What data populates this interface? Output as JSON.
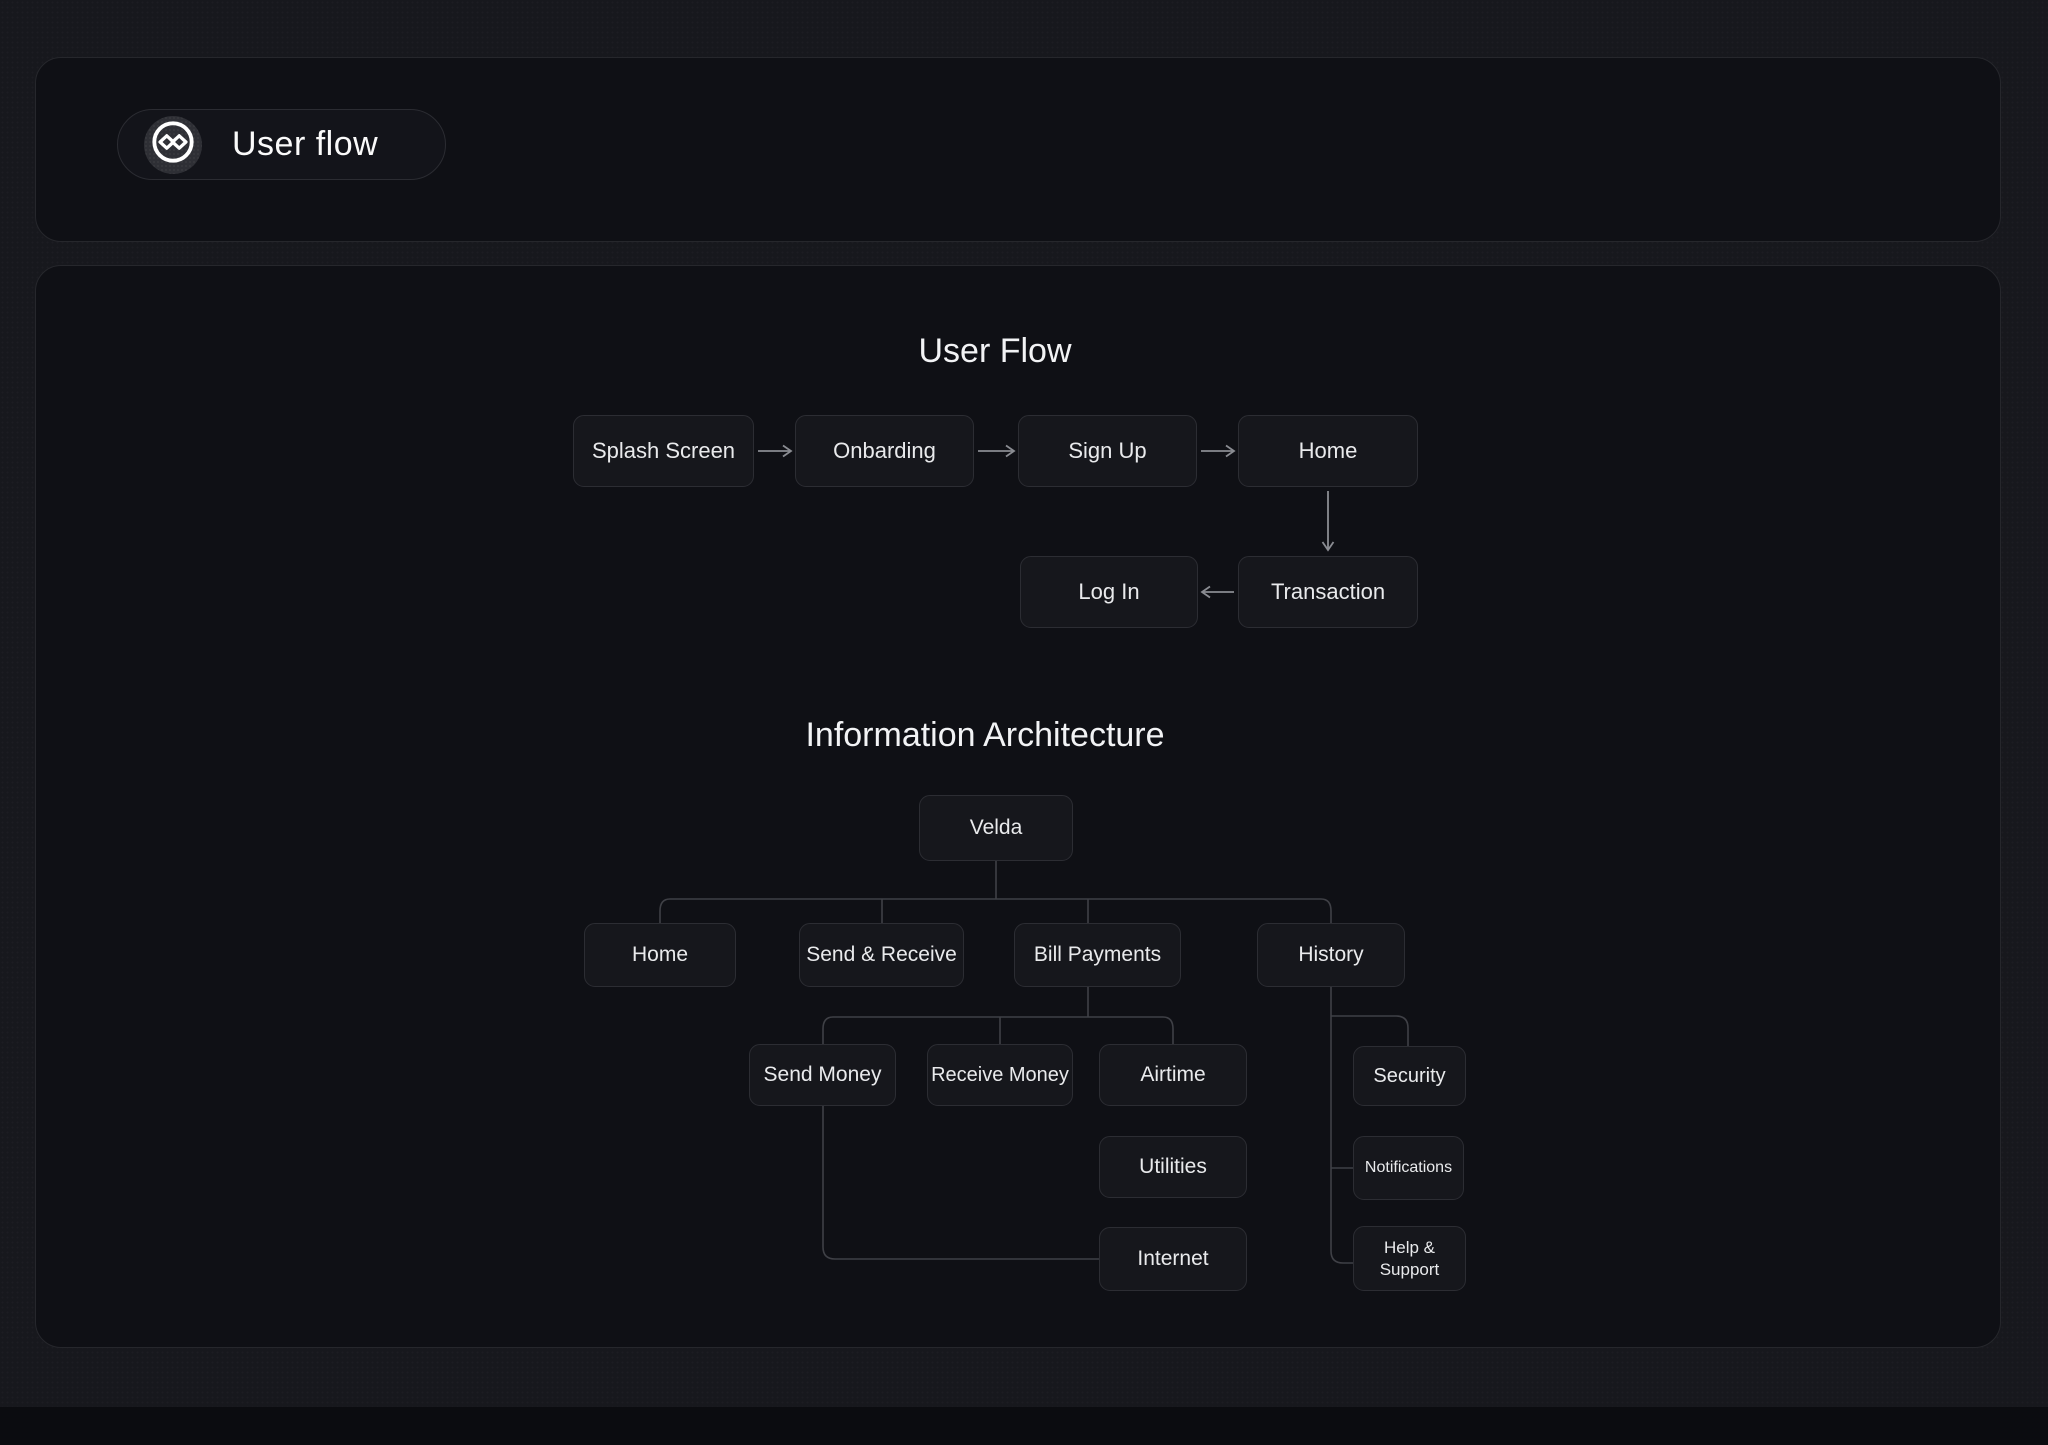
{
  "header": {
    "badge_label": "User flow",
    "badge_icon": "infinity-icon"
  },
  "user_flow": {
    "title": "User Flow",
    "nodes": {
      "splash_screen": "Splash Screen",
      "onbarding": "Onbarding",
      "sign_up": "Sign Up",
      "home": "Home",
      "log_in": "Log In",
      "transaction": "Transaction"
    },
    "edges": [
      {
        "from": "Splash Screen",
        "to": "Onbarding",
        "direction": "right"
      },
      {
        "from": "Onbarding",
        "to": "Sign Up",
        "direction": "right"
      },
      {
        "from": "Sign Up",
        "to": "Home",
        "direction": "right"
      },
      {
        "from": "Home",
        "to": "Transaction",
        "direction": "down"
      },
      {
        "from": "Transaction",
        "to": "Log In",
        "direction": "left"
      }
    ]
  },
  "information_architecture": {
    "title": "Information Architecture",
    "root": "Velda",
    "nodes": {
      "home": "Home",
      "send_receive": "Send & Receive",
      "bill_payments": "Bill Payments",
      "history": "History",
      "send_money": "Send Money",
      "receive_money": "Receive Money",
      "airtime": "Airtime",
      "utilities": "Utilities",
      "internet": "Internet",
      "security": "Security",
      "notifications": "Notifications",
      "help_support": "Help & Support"
    },
    "edges": [
      {
        "from": "Velda",
        "to": "Home"
      },
      {
        "from": "Velda",
        "to": "Send & Receive"
      },
      {
        "from": "Velda",
        "to": "Bill Payments"
      },
      {
        "from": "Velda",
        "to": "History"
      },
      {
        "from": "Bill Payments",
        "to": "Send Money"
      },
      {
        "from": "Bill Payments",
        "to": "Receive Money"
      },
      {
        "from": "Bill Payments",
        "to": "Airtime"
      },
      {
        "from": "Send Money",
        "to": "Internet"
      },
      {
        "from": "History",
        "to": "Security"
      },
      {
        "from": "History",
        "to": "Notifications"
      },
      {
        "from": "History",
        "to": "Help & Support"
      }
    ]
  },
  "colors": {
    "page_bg": "#17181d",
    "card_bg": "#0f1015",
    "card_border": "#26272c",
    "node_bg": "#16171c",
    "node_border": "#2c2d33",
    "text": "#e9eaec",
    "arrow_line": "#8a8c92",
    "tree_line": "#3f4046"
  }
}
